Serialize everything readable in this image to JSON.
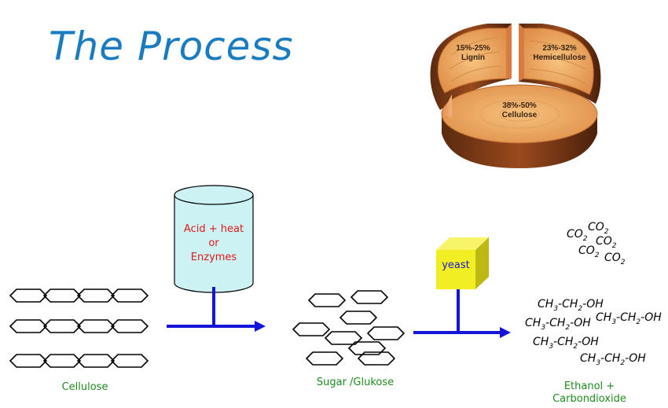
{
  "title": "The Process",
  "pie": {
    "slices": [
      {
        "pct": "15%-25%",
        "name": "Lignin"
      },
      {
        "pct": "23%-32%",
        "name": "Hemicellulose"
      },
      {
        "pct": "38%-50%",
        "name": "Cellulose"
      }
    ]
  },
  "stages": {
    "cellulose": "Cellulose",
    "sugar": "Sugar /Glukose",
    "product_line1": "Ethanol +",
    "product_line2": "Carbondioxide"
  },
  "step1": {
    "line1": "Acid + heat",
    "line2": "or",
    "line3": "Enzymes"
  },
  "step2": {
    "label": "yeast"
  },
  "co2": {
    "base": "CO",
    "sub": "2"
  },
  "ethanol": {
    "ch3": "CH",
    "sub3": "3",
    "ch2": "-CH",
    "sub2": "2",
    "oh": "-OH"
  },
  "colors": {
    "title": "#1a7cc0",
    "arrow": "#1515d8",
    "stage_label": "#1f8a1f",
    "acid_text": "#e01818",
    "yeast_box": "#f2ee24",
    "yeast_text": "#1a1ad0",
    "cylinder": "#ccf2f4"
  }
}
